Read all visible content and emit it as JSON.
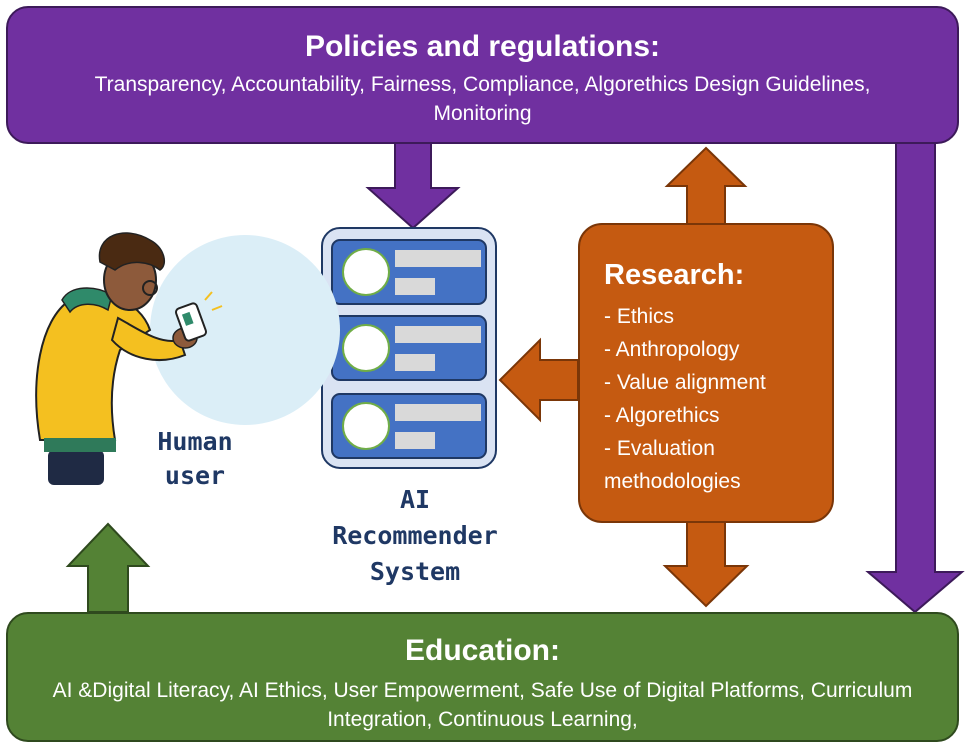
{
  "policies": {
    "title": "Policies and regulations:",
    "body": "Transparency, Accountability, Fairness, Compliance, Algorethics Design Guidelines, Monitoring"
  },
  "education": {
    "title": "Education:",
    "body": "AI &Digital Literacy, AI Ethics, User Empowerment, Safe Use of Digital Platforms, Curriculum Integration, Continuous Learning,"
  },
  "research": {
    "title": "Research:",
    "items": [
      "- Ethics",
      "- Anthropology",
      "- Value alignment",
      "- Algorethics",
      "- Evaluation",
      "methodologies"
    ]
  },
  "human": {
    "label_line1": "Human",
    "label_line2": "user"
  },
  "recommender": {
    "label_line1": "AI",
    "label_line2": "Recommender",
    "label_line3": "System",
    "card_count": 3
  },
  "colors": {
    "policy_purple": "#7030a0",
    "research_orange": "#c55a11",
    "education_green": "#548235",
    "system_blue": "#4472c4",
    "label_navy": "#1f3864"
  }
}
